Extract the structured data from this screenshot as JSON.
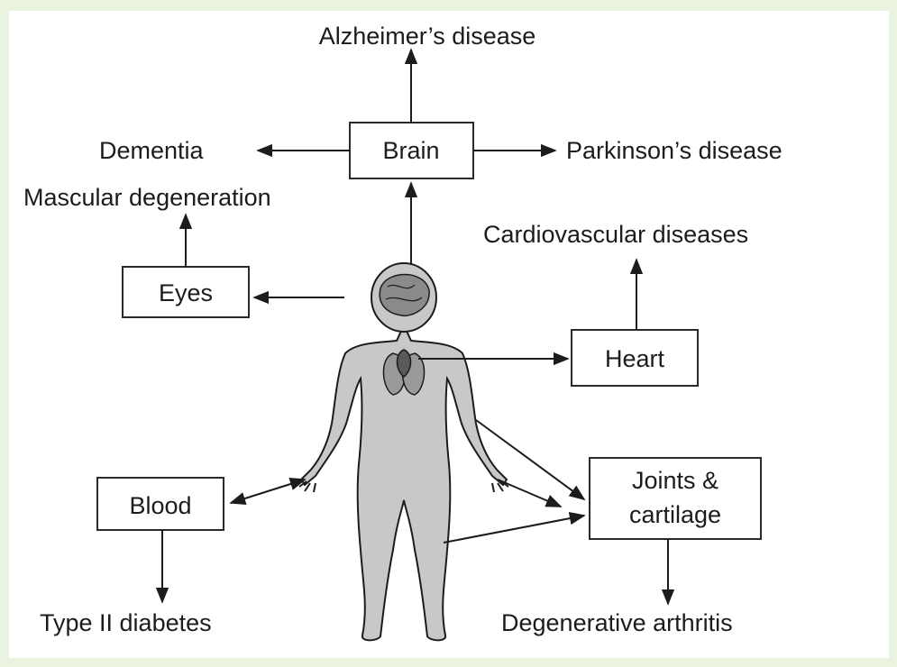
{
  "nodes": {
    "brain": "Brain",
    "eyes": "Eyes",
    "heart": "Heart",
    "blood": "Blood",
    "joints_line1": "Joints &",
    "joints_line2": "cartilage"
  },
  "outcomes": {
    "alzheimers": "Alzheimer’s disease",
    "dementia": "Dementia",
    "parkinsons": "Parkinson’s disease",
    "macular": "Mascular degeneration",
    "cardiovascular": "Cardiovascular diseases",
    "diabetes": "Type II diabetes",
    "arthritis": "Degenerative arthritis"
  },
  "colors": {
    "page_border": "#e9f3df",
    "background": "#ffffff",
    "body_fill": "#c8c8c8",
    "stroke": "#1c1c1c"
  }
}
